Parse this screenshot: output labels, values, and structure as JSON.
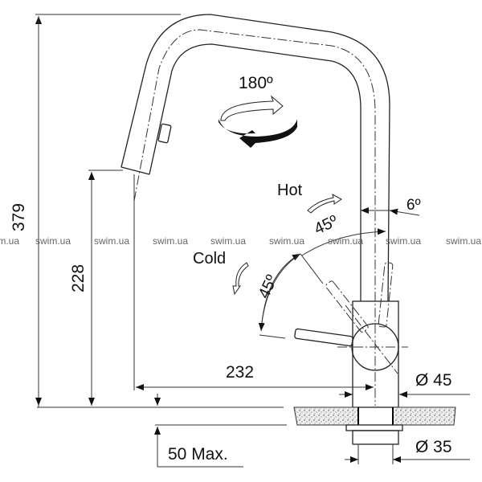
{
  "dimensions": {
    "total_height": "379",
    "spout_height": "228",
    "reach": "232",
    "base_diameter": "Ø 45",
    "shank_diameter": "Ø 35",
    "counter_thickness": "50 Max.",
    "rotation": "180º",
    "tilt": "6º",
    "hot_angle": "45º",
    "cold_angle": "45º"
  },
  "labels": {
    "hot": "Hot",
    "cold": "Cold"
  },
  "watermark": [
    "swim.ua",
    "swim.ua",
    "swim.ua",
    "swim.ua",
    "swim.ua",
    "swim.ua",
    "swim.ua",
    "swim.ua",
    "swim.ua"
  ],
  "colors": {
    "line": "#222222",
    "watermark": "#666666"
  }
}
